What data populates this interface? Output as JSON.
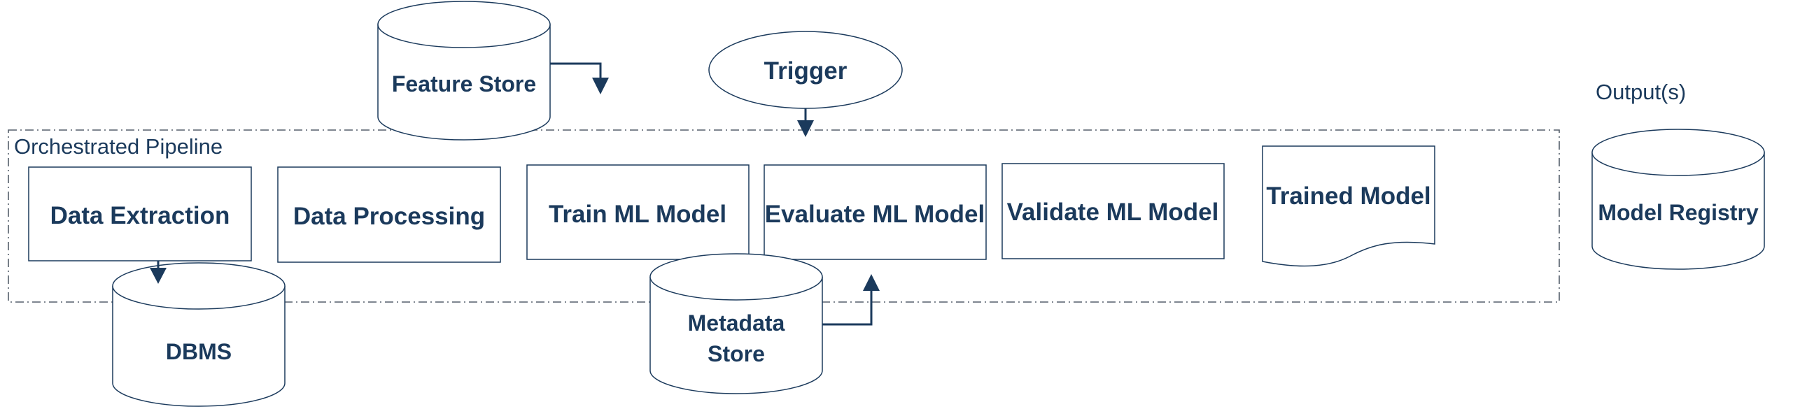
{
  "colors": {
    "ink": "#1b3a5c",
    "frame": "#555f6b",
    "background": "#ffffff"
  },
  "pipeline": {
    "label": "Orchestrated Pipeline"
  },
  "output": {
    "label": "Output(s)"
  },
  "nodes": {
    "feature_store": "Feature Store",
    "trigger": "Trigger",
    "data_extraction": "Data Extraction",
    "data_processing": "Data Processing",
    "train_ml_model": "Train ML Model",
    "evaluate_ml_model": "Evaluate ML Model",
    "validate_ml_model": "Validate ML Model",
    "trained_model": "Trained Model",
    "dbms": "DBMS",
    "metadata_store": [
      "Metadata",
      "Store"
    ],
    "model_registry": "Model Registry"
  }
}
